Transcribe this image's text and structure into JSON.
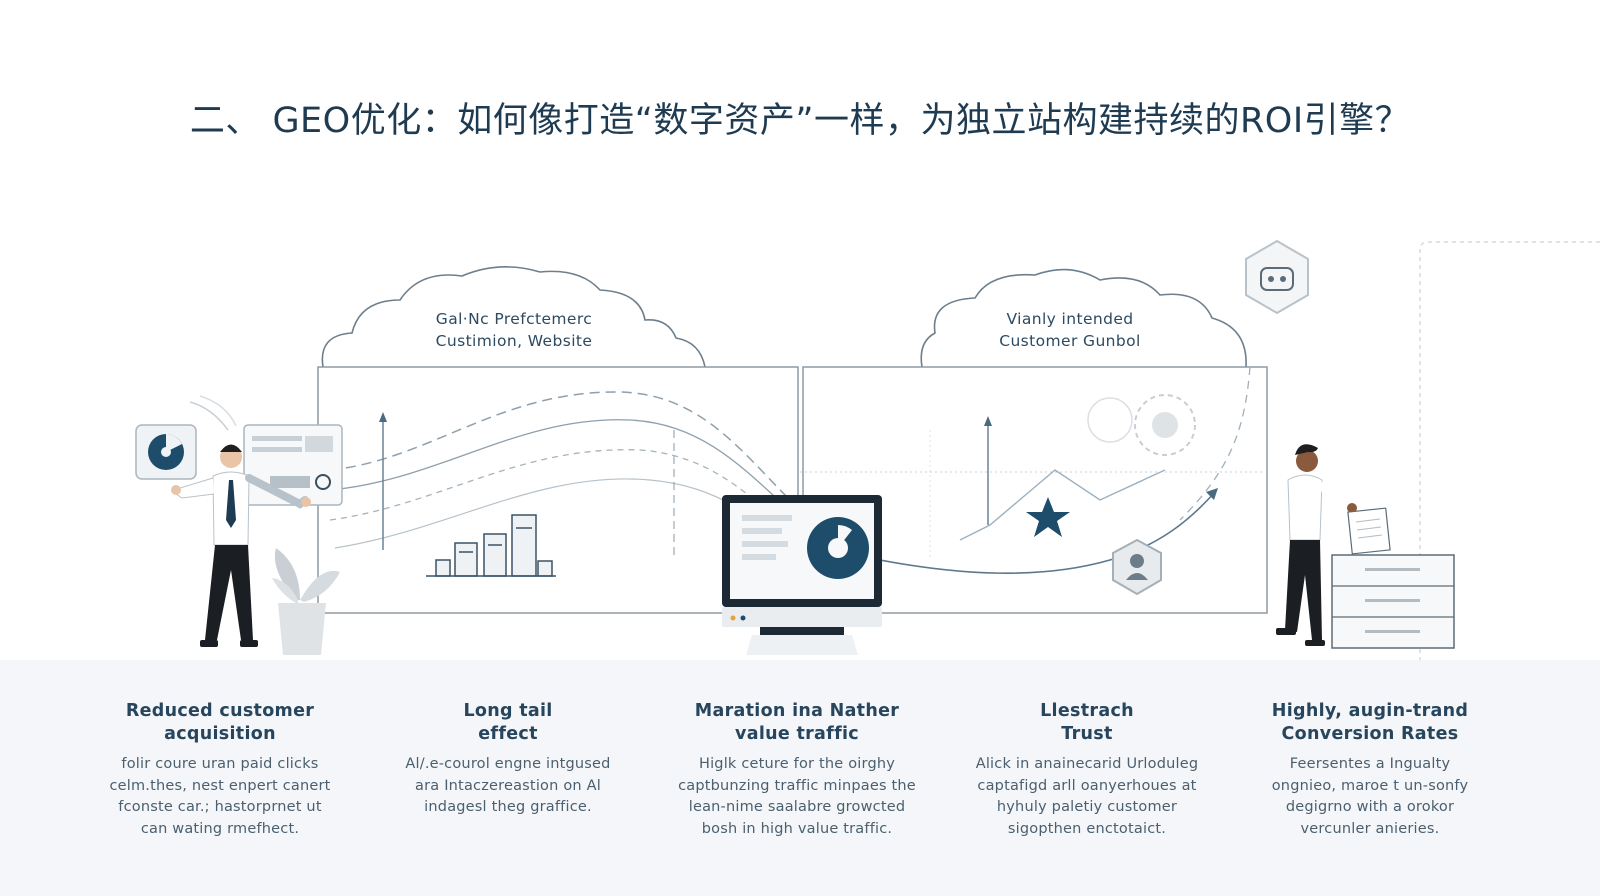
{
  "title": "二、 GEO优化：如何像打造“数字资产”一样，为独立站构建持续的ROI引擎？",
  "clouds": [
    {
      "line1": "Gal·Nc Prefctemerc",
      "line2": "Custimion, Website"
    },
    {
      "line1": "Vianly intended",
      "line2": "Customer Gunbol"
    }
  ],
  "icons": [
    "pie-chart-icon",
    "building-icon",
    "star-icon",
    "gear-icon",
    "user-shield-icon",
    "hexagon-bot-icon",
    "monitor-icon"
  ],
  "colors": {
    "accent": "#1e4d6b",
    "line": "#8fa2b0",
    "panel_border": "#9aa5ad"
  },
  "benefits": [
    {
      "title_line1": "Reduced customer",
      "title_line2": "acquisition",
      "desc": [
        "folir coure uran paid clicks",
        "celm.thes, nest enpert canert",
        "fconste car.; hastorprnet ut",
        "can wating rmefhect."
      ]
    },
    {
      "title_line1": "Long tail",
      "title_line2": "effect",
      "desc": [
        "Al/.e-courol engne intgused",
        "ara Intaczereastion on Al",
        "indagesl theg graffice."
      ]
    },
    {
      "title_line1": "Maration ina Nather",
      "title_line2": "value traffic",
      "desc": [
        "Higlk ceture for the oirghy",
        "captbunzing traffic minpaes the",
        "lean-nime saalabre growcted",
        "bosh in high value traffic."
      ]
    },
    {
      "title_line1": "Llestrach",
      "title_line2": "Trust",
      "desc": [
        "Alick in anainecarid Urloduleg",
        "captafigd arll oanyerhoues at",
        "hyhuly paletiy customer",
        "sigopthen enctotaict."
      ]
    },
    {
      "title_line1": "Highly, augin-trand",
      "title_line2": "Conversion Rates",
      "desc": [
        "Feersentes a Ingualty",
        "ongnieo, maroe t un-sonfy",
        "degigrno with a orokor",
        "vercunler anieries."
      ]
    }
  ]
}
